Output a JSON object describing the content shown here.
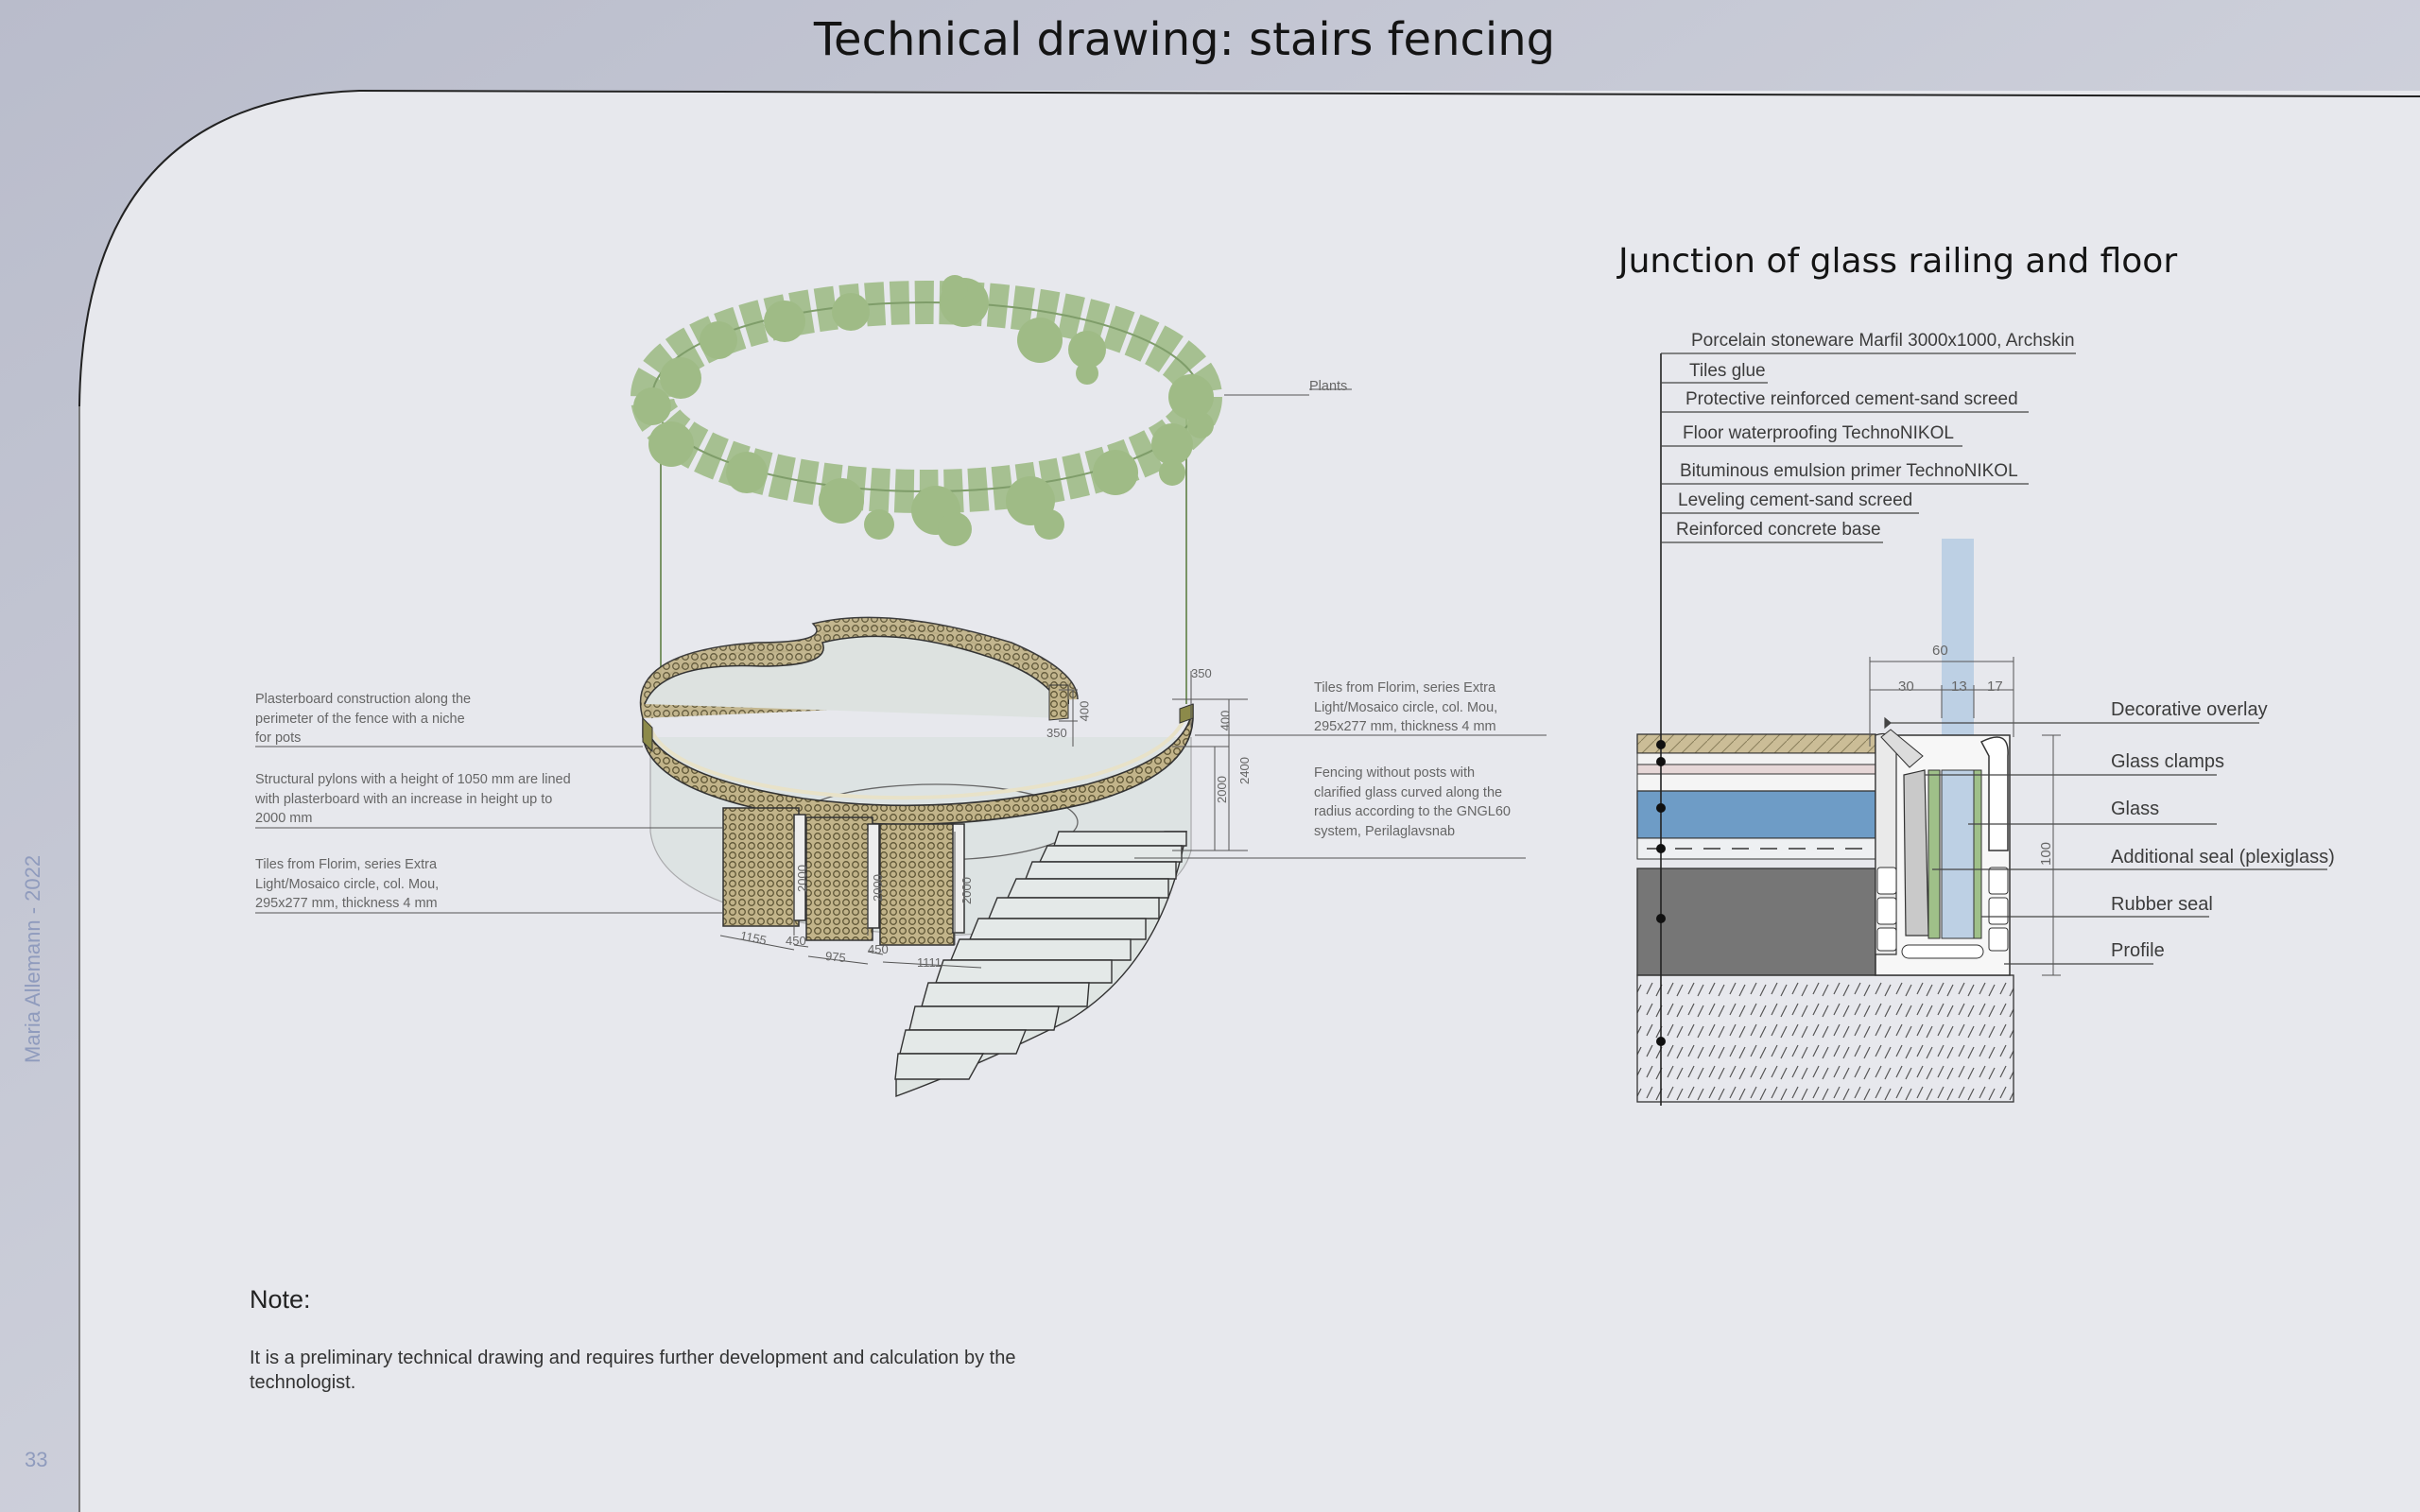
{
  "page": {
    "title": "Technical drawing: stairs fencing",
    "author": "Maria Allemann - 2022",
    "page_number": "33"
  },
  "stairs_drawing": {
    "labels": {
      "plants": "Plants",
      "plasterboard": "Plasterboard construction along the perimeter of the fence with a niche for pots",
      "pylons": "Structural pylons with a height of 1050 mm are lined with plasterboard with an increase in height up to 2000 mm",
      "tiles_left": "Tiles from Florim, series Extra Light/Mosaico circle, col. Mou, 295x277 mm, thickness 4 mm",
      "tiles_right": "Tiles from Florim, series Extra Light/Mosaico circle, col. Mou, 295x277 mm, thickness 4 mm",
      "fencing": "Fencing without posts with clarified glass curved along the radius according to the GNGL60 system, Perilaglavsnab"
    },
    "dimensions": {
      "d350": "350",
      "d350b": "350",
      "d400a": "400",
      "d400b": "400",
      "d2000": "2000",
      "d2400": "2400",
      "p1": "2000",
      "p2": "2000",
      "p3": "2000",
      "b1155": "1155",
      "b450a": "450",
      "b975": "975",
      "b450b": "450",
      "b1111": "1111"
    },
    "colors": {
      "plants": "#9fbb86",
      "tile": "#b9ab7e",
      "glass": "#d5e0dc"
    }
  },
  "junction": {
    "title": "Junction of glass railing and floor",
    "layers": [
      "Porcelain stoneware Marfil 3000x1000, Archskin",
      "Tiles glue",
      "Protective reinforced cement-sand screed",
      "Floor waterproofing TechnoNIKOL",
      "Bituminous emulsion primer TechnoNIKOL",
      "Leveling cement-sand screed",
      "Reinforced concrete base"
    ],
    "components": [
      "Decorative overlay",
      "Glass clamps",
      "Glass",
      "Additional seal (plexiglass)",
      "Rubber seal",
      "Profile"
    ],
    "dimensions": {
      "total": "60",
      "w30": "30",
      "w13": "13",
      "w17": "17",
      "h100": "100"
    },
    "colors": {
      "glass": "#bdd0e4",
      "waterproofing": "#6e9cc6",
      "concrete": "#767676",
      "seal": "#9fc089"
    }
  },
  "note": {
    "heading": "Note:",
    "text": "It is a preliminary technical drawing and requires further development and calculation by the technologist."
  }
}
